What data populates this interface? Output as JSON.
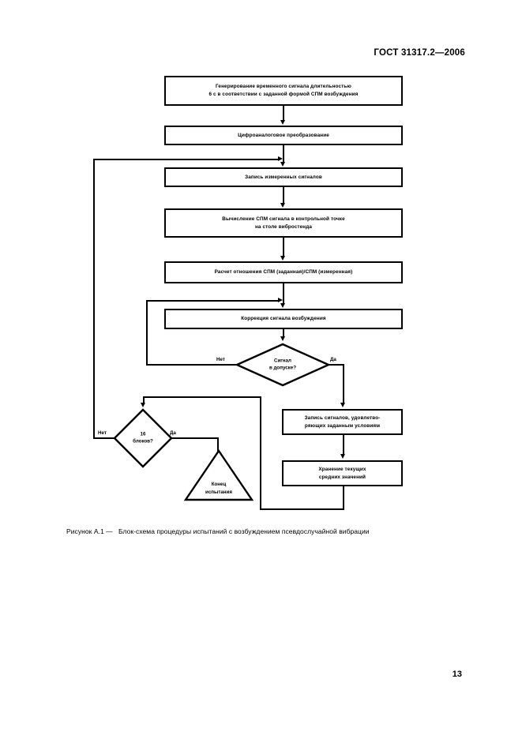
{
  "document": {
    "header": "ГОСТ 31317.2—2006",
    "page_number": "13",
    "figure_caption_lead": "Рисунок А.1 —",
    "figure_caption_text": "Блок-схема процедуры испытаний с возбуждением псевдослучайной вибрации"
  },
  "flowchart": {
    "nodes": {
      "generate_signal": "Генерирование временного сигнала длительностью\n6 с в соответствии с заданной формой СПМ возбуждения",
      "dac": "Цифроаналоговое преобразование",
      "record_measured": "Запись измеренных сигналов",
      "compute_psd": "Вычисление СПМ сигнала в контрольной точке\nна столе вибростенда",
      "psd_ratio": "Расчет отношения СПМ (заданная)/СПМ (измеренная)",
      "correct_signal": "Коррекция сигнала возбуждения",
      "record_valid": "Запись сигналов, удовлетво-\nряющих заданным условиям",
      "store_average": "Хранение текущих\nсредних значений"
    },
    "decisions": {
      "signal_in_tolerance": "Сигнал\nв допуске?",
      "blocks_count": "16\nблоков?"
    },
    "terminator": {
      "end_test": "Конец\nиспытания"
    },
    "edge_labels": {
      "tolerance_no": "Нет",
      "tolerance_yes": "Да",
      "blocks_no": "Нет",
      "blocks_yes": "Да"
    }
  }
}
